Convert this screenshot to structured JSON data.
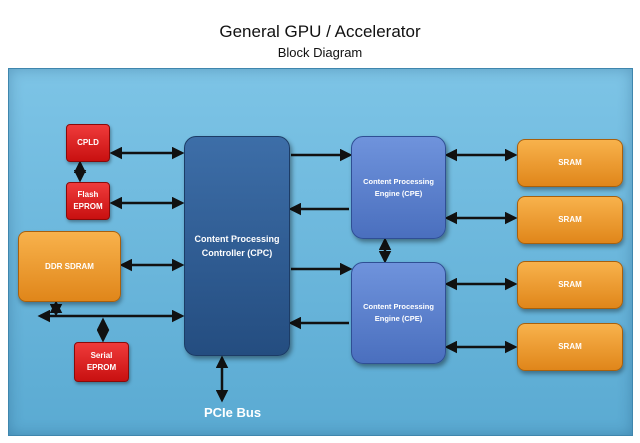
{
  "title": "General GPU / Accelerator",
  "subtitle": "Block Diagram",
  "blocks": {
    "cpld": "CPLD",
    "flash_line1": "Flash",
    "flash_line2": "EPROM",
    "ddr": "DDR SDRAM",
    "serial_line1": "Serial",
    "serial_line2": "EPROM",
    "cpc_line1": "Content Processing",
    "cpc_line2": "Controller  (CPC)",
    "cpe_top_line1": "Content Processing",
    "cpe_top_line2": "Engine  (CPE)",
    "cpe_bottom_line1": "Content Processing",
    "cpe_bottom_line2": "Engine  (CPE)",
    "sram": [
      "SRAM",
      "SRAM",
      "SRAM",
      "SRAM"
    ]
  },
  "bus_label": "PCIe Bus",
  "colors": {
    "background": "#6bb7dc",
    "memory_red": "#d41c1c",
    "ddr_orange": "#eb9a2e",
    "cpc_blue": "#2f5c93",
    "cpe_blue": "#5b80cc",
    "arrow": "#111111"
  }
}
